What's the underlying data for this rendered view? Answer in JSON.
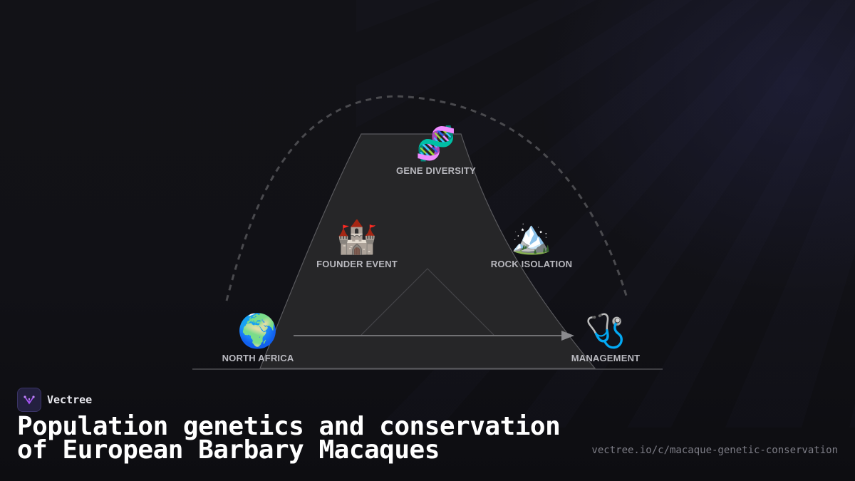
{
  "brand": {
    "name": "Vectree",
    "logo_icon": "vectree-tree-icon",
    "accent_color": "#8b5cf6"
  },
  "title": {
    "line1": "Population genetics and conservation",
    "line2": "of European Barbary Macaques"
  },
  "url": "vectree.io/c/macaque-genetic-conservation",
  "diagram": {
    "nodes": [
      {
        "id": "gene-diversity",
        "label": "GENE DIVERSITY",
        "icon": "dna-icon",
        "glyph": "🧬"
      },
      {
        "id": "founder-event",
        "label": "FOUNDER EVENT",
        "icon": "castle-icon",
        "glyph": "🏰"
      },
      {
        "id": "rock-isolation",
        "label": "ROCK ISOLATION",
        "icon": "mountain-icon",
        "glyph": "🏔️"
      },
      {
        "id": "north-africa",
        "label": "NORTH AFRICA",
        "icon": "globe-africa-icon",
        "glyph": "🌍"
      },
      {
        "id": "management",
        "label": "MANAGEMENT",
        "icon": "stethoscope-icon",
        "glyph": "🩺"
      }
    ],
    "arrow": {
      "from": "north-africa",
      "to": "management"
    },
    "colors": {
      "trapezoid_fill": "#262628",
      "trapezoid_stroke": "#5a5a5e",
      "dashed_arc": "#4a4a4e",
      "arrow": "#8a8a8e",
      "label": "#b9b9bf"
    }
  }
}
